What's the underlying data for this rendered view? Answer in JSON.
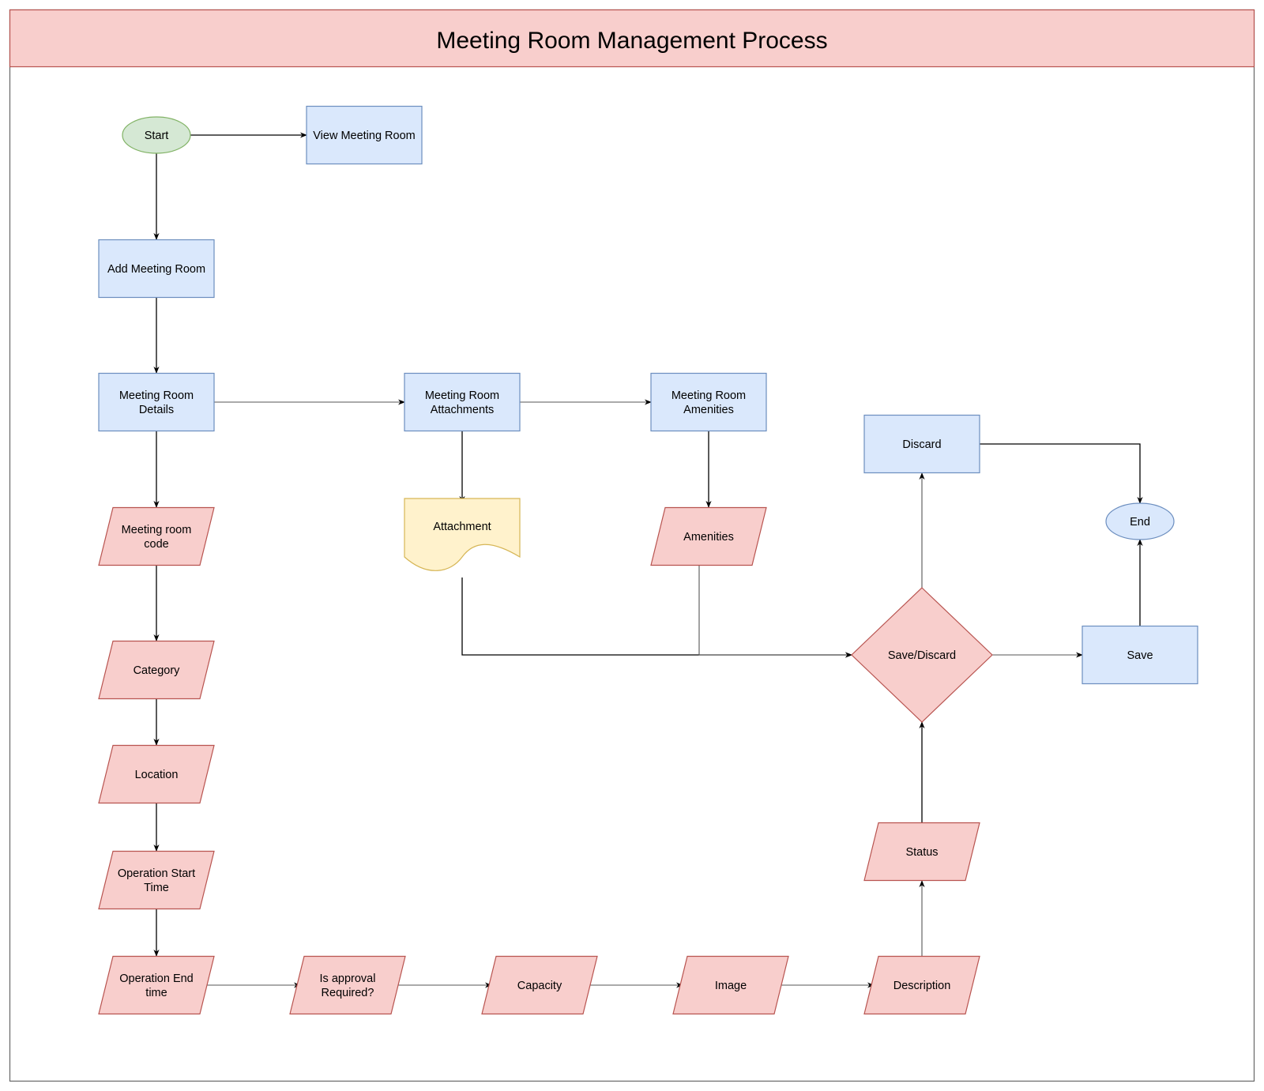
{
  "title": "Meeting Room Management Process",
  "colors": {
    "header_fill": "#f8cecc",
    "header_stroke": "#b85450",
    "process_fill": "#dae8fc",
    "process_stroke": "#6c8ebf",
    "io_fill": "#f8cecc",
    "io_stroke": "#b85450",
    "start_fill": "#d5e8d4",
    "start_stroke": "#82b366",
    "end_fill": "#dae8fc",
    "end_stroke": "#6c8ebf",
    "document_fill": "#fff2cc",
    "document_stroke": "#d6b656"
  },
  "nodes": {
    "start": {
      "shape": "ellipse",
      "label": "Start",
      "style": "start"
    },
    "view": {
      "shape": "process",
      "label": "View Meeting Room",
      "style": "process"
    },
    "add": {
      "shape": "process",
      "label": "Add Meeting Room",
      "style": "process"
    },
    "details": {
      "shape": "process",
      "label": "Meeting Room\nDetails",
      "style": "process"
    },
    "attachments": {
      "shape": "process",
      "label": "Meeting Room\nAttachments",
      "style": "process"
    },
    "amenities_proc": {
      "shape": "process",
      "label": "Meeting Room\nAmenities",
      "style": "process"
    },
    "code": {
      "shape": "data",
      "label": "Meeting room\ncode",
      "style": "io"
    },
    "attachment_doc": {
      "shape": "document",
      "label": "Attachment",
      "style": "document"
    },
    "amenities_io": {
      "shape": "data",
      "label": "Amenities",
      "style": "io"
    },
    "category": {
      "shape": "data",
      "label": "Category",
      "style": "io"
    },
    "location": {
      "shape": "data",
      "label": "Location",
      "style": "io"
    },
    "op_start": {
      "shape": "data",
      "label": "Operation Start\nTime",
      "style": "io"
    },
    "op_end": {
      "shape": "data",
      "label": "Operation End\ntime",
      "style": "io"
    },
    "approval": {
      "shape": "data",
      "label": "Is approval\nRequired?",
      "style": "io"
    },
    "capacity": {
      "shape": "data",
      "label": "Capacity",
      "style": "io"
    },
    "image": {
      "shape": "data",
      "label": "Image",
      "style": "io"
    },
    "description": {
      "shape": "data",
      "label": "Description",
      "style": "io"
    },
    "status": {
      "shape": "data",
      "label": "Status",
      "style": "io"
    },
    "decision": {
      "shape": "decision",
      "label": "Save/Discard",
      "style": "io"
    },
    "discard": {
      "shape": "process",
      "label": "Discard",
      "style": "process"
    },
    "save": {
      "shape": "process",
      "label": "Save",
      "style": "process"
    },
    "end": {
      "shape": "ellipse",
      "label": "End",
      "style": "end"
    }
  },
  "edges": [
    {
      "from": "start",
      "to": "view"
    },
    {
      "from": "start",
      "to": "add"
    },
    {
      "from": "add",
      "to": "details"
    },
    {
      "from": "details",
      "to": "attachments"
    },
    {
      "from": "attachments",
      "to": "amenities_proc"
    },
    {
      "from": "details",
      "to": "code"
    },
    {
      "from": "attachments",
      "to": "attachment_doc"
    },
    {
      "from": "amenities_proc",
      "to": "amenities_io"
    },
    {
      "from": "code",
      "to": "category"
    },
    {
      "from": "category",
      "to": "location"
    },
    {
      "from": "location",
      "to": "op_start"
    },
    {
      "from": "op_start",
      "to": "op_end"
    },
    {
      "from": "op_end",
      "to": "approval"
    },
    {
      "from": "approval",
      "to": "capacity"
    },
    {
      "from": "capacity",
      "to": "image"
    },
    {
      "from": "image",
      "to": "description"
    },
    {
      "from": "description",
      "to": "status"
    },
    {
      "from": "status",
      "to": "decision"
    },
    {
      "from": "attachment_doc",
      "to": "decision"
    },
    {
      "from": "amenities_io",
      "to": "decision"
    },
    {
      "from": "decision",
      "to": "discard"
    },
    {
      "from": "decision",
      "to": "save"
    },
    {
      "from": "discard",
      "to": "end"
    },
    {
      "from": "save",
      "to": "end"
    }
  ]
}
